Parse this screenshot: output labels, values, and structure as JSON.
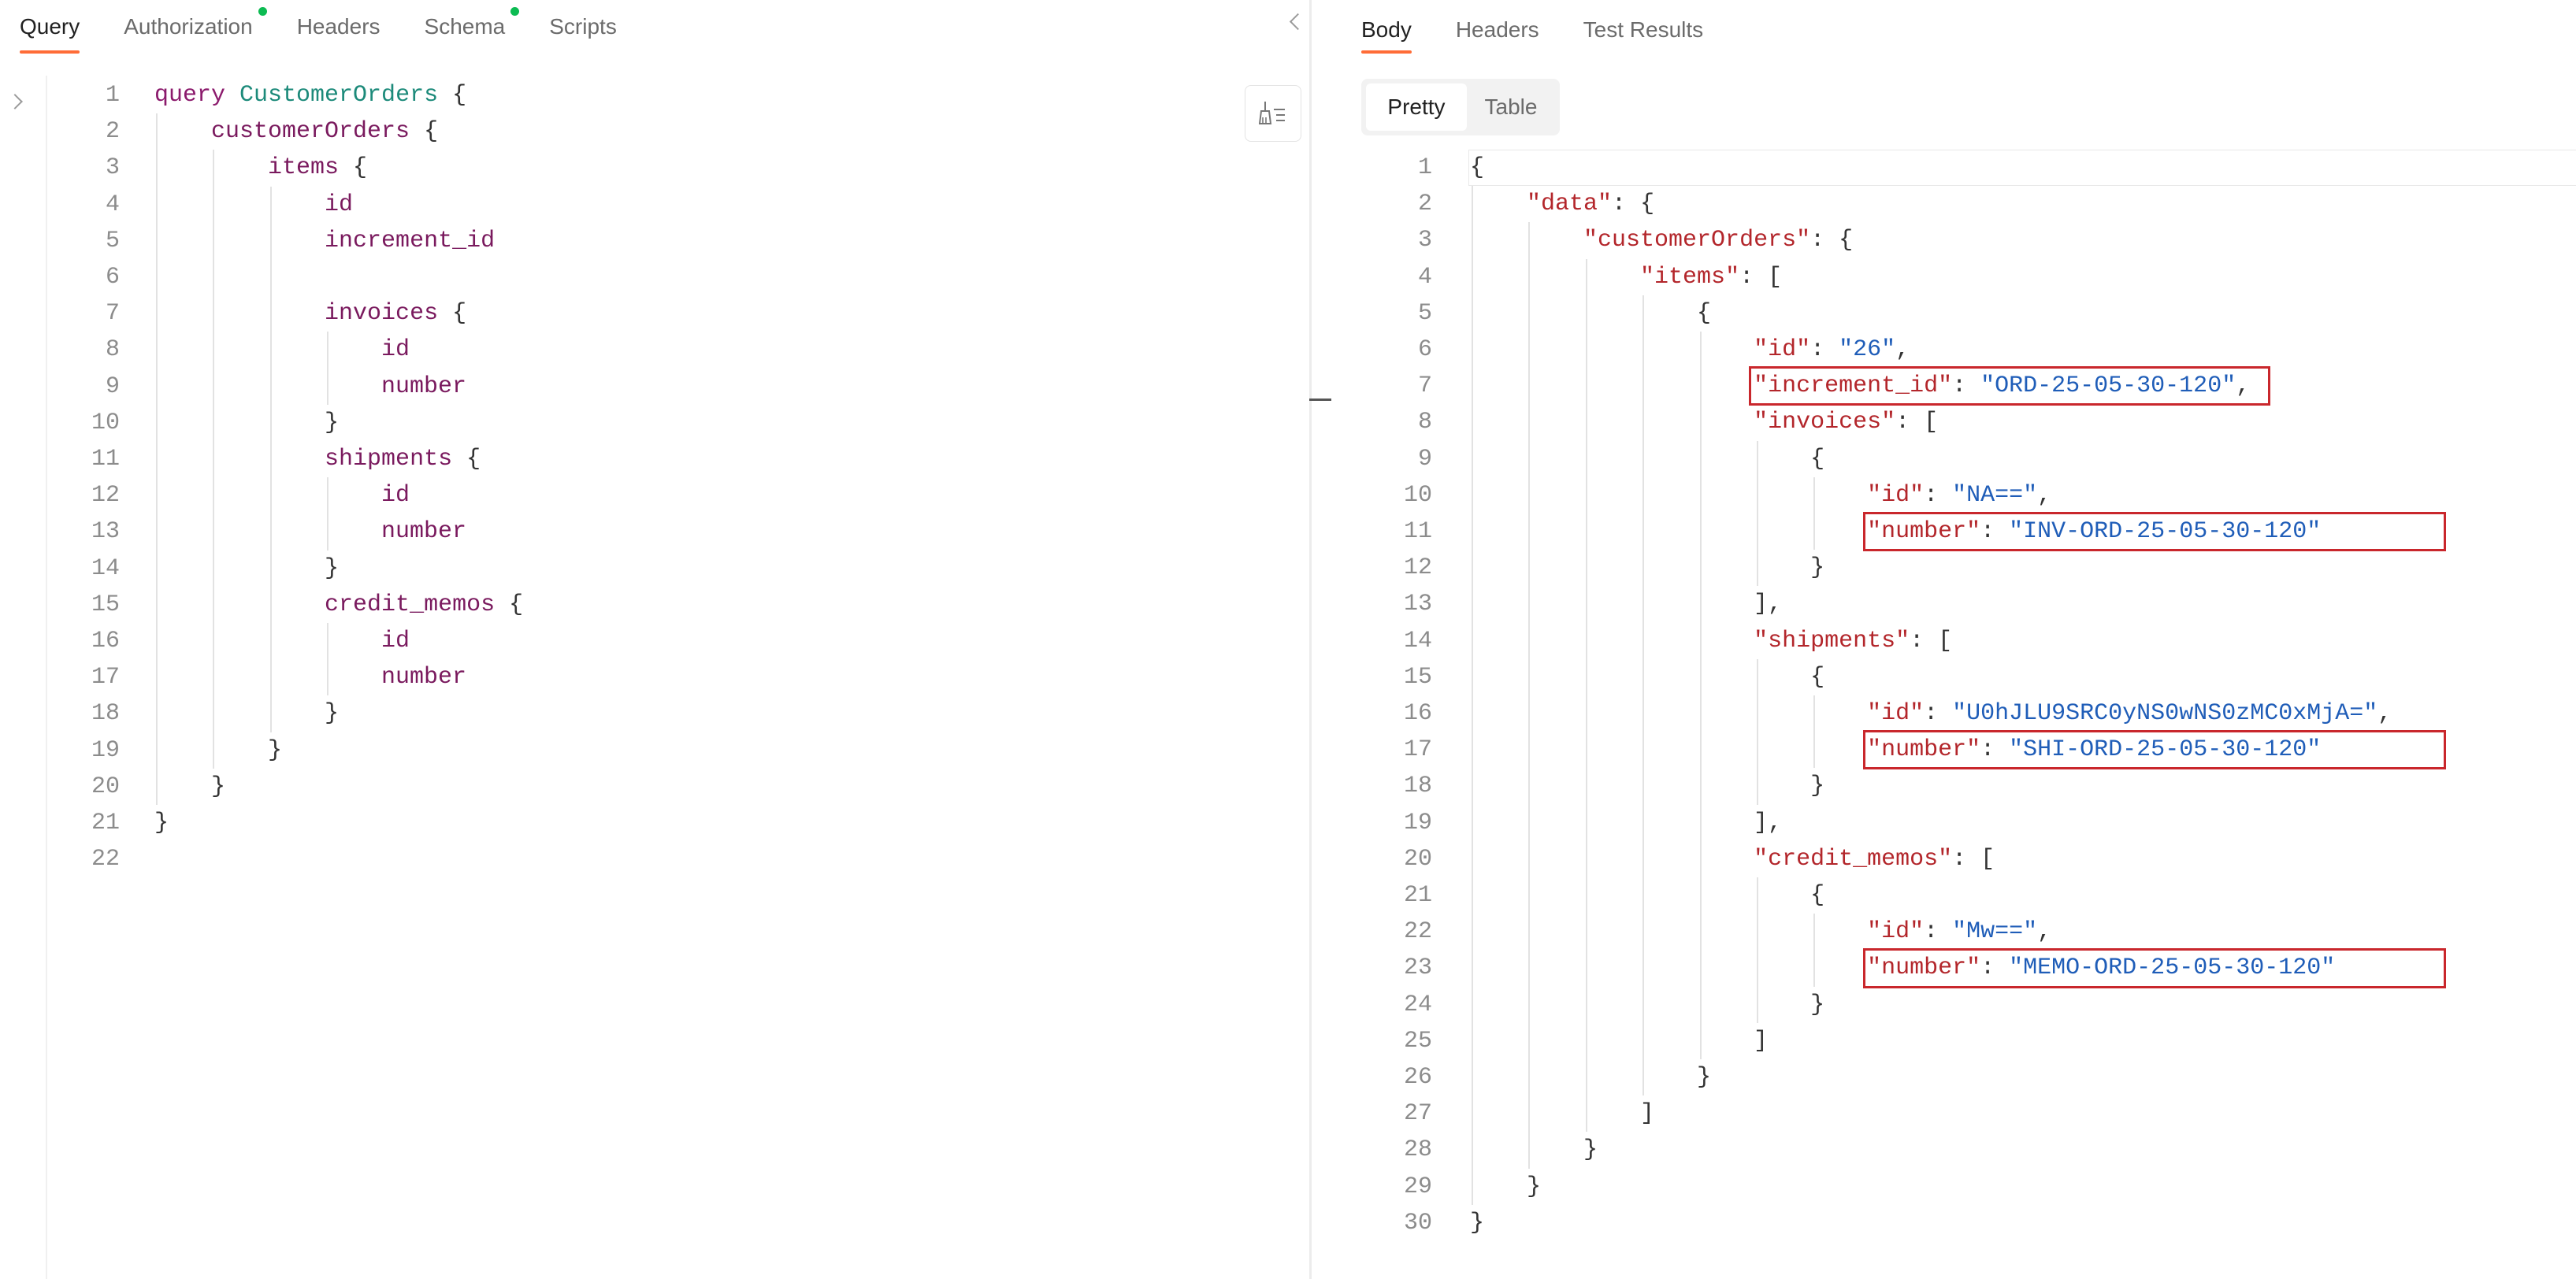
{
  "left_tabs": [
    "Query",
    "Authorization",
    "Headers",
    "Schema",
    "Scripts"
  ],
  "right_tabs": [
    "Body",
    "Headers",
    "Test Results"
  ],
  "body_view": {
    "options": [
      "Pretty",
      "Table"
    ],
    "selected": "Pretty"
  },
  "colors": {
    "accent": "#ff6c37",
    "status_dot": "#0cbb52",
    "highlight": "#c9272c"
  },
  "icons": [
    "chevron-left-icon",
    "chevron-right-icon",
    "beautify-icon"
  ],
  "query_lines": [
    "query CustomerOrders {",
    "    customerOrders {",
    "        items {",
    "            id",
    "            increment_id",
    "",
    "            invoices {",
    "                id",
    "                number",
    "            }",
    "            shipments {",
    "                id",
    "                number",
    "            }",
    "            credit_memos {",
    "                id",
    "                number",
    "            }",
    "        }",
    "    }",
    "}",
    ""
  ],
  "response_lines": [
    "{",
    "    \"data\": {",
    "        \"customerOrders\": {",
    "            \"items\": [",
    "                {",
    "                    \"id\": \"26\",",
    "                    \"increment_id\": \"ORD-25-05-30-120\",",
    "                    \"invoices\": [",
    "                        {",
    "                            \"id\": \"NA==\",",
    "                            \"number\": \"INV-ORD-25-05-30-120\"",
    "                        }",
    "                    ],",
    "                    \"shipments\": [",
    "                        {",
    "                            \"id\": \"U0hJLU9SRC0yNS0wNS0zMC0xMjA=\",",
    "                            \"number\": \"SHI-ORD-25-05-30-120\"",
    "                        }",
    "                    ],",
    "                    \"credit_memos\": [",
    "                        {",
    "                            \"id\": \"Mw==\",",
    "                            \"number\": \"MEMO-ORD-25-05-30-120\"",
    "                        }",
    "                    ]",
    "                }",
    "            ]",
    "        }",
    "    }",
    "}"
  ],
  "highlighted_response_lines": [
    7,
    11,
    17,
    23
  ]
}
